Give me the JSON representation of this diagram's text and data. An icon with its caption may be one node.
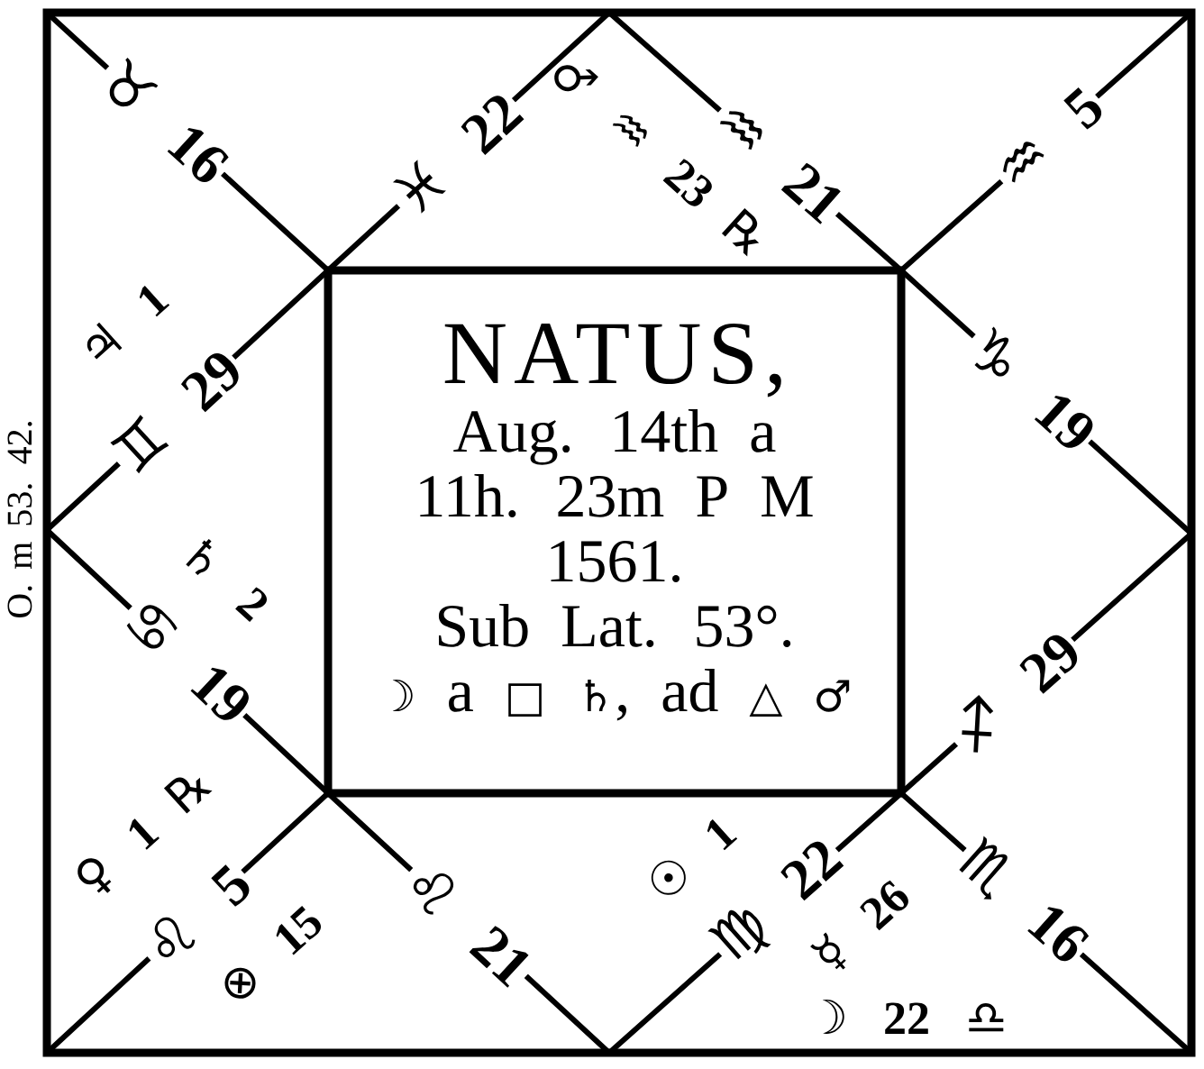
{
  "diagram": {
    "nodes": [
      {
        "text": [
          "NATUS,",
          "Aug. 14th a",
          "11h. 23m P M",
          "1561.",
          "Sub Lat. 53°.",
          "☽ a □ ♄, ad △ ♂"
        ]
      }
    ],
    "labels": [
      "♉ 16",
      "♓ 22",
      "♂ ♒ 23℞",
      "♒ 21",
      "♒ 5",
      "O. m 53. 42.",
      "♃ 1",
      "♊ 29",
      "♑ 19",
      "♄ 2",
      "♋ 19",
      "♐ 29",
      "♀ 1℞",
      "♌ 5",
      "☉ 1",
      "♍ 22",
      "♌ 21",
      "♏ 16",
      "☿ 26",
      "⊗ 15",
      "☽ 22 ♎"
    ]
  }
}
